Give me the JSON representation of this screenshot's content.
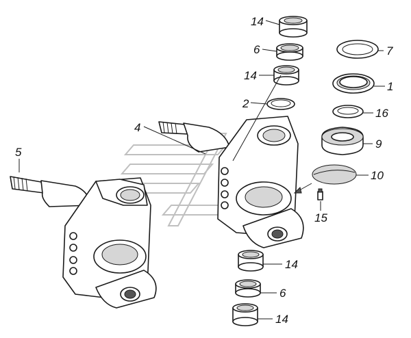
{
  "diagram": {
    "colors": {
      "line": "#1a1a1a",
      "background": "#ffffff",
      "shade": "#d6d6d6",
      "watermark": "#bfbfbf"
    },
    "callouts": [
      {
        "id": "c14a",
        "label": "14"
      },
      {
        "id": "c6a",
        "label": "6"
      },
      {
        "id": "c14b",
        "label": "14"
      },
      {
        "id": "c2",
        "label": "2"
      },
      {
        "id": "c4",
        "label": "4"
      },
      {
        "id": "c5",
        "label": "5"
      },
      {
        "id": "c7",
        "label": "7"
      },
      {
        "id": "c1",
        "label": "1"
      },
      {
        "id": "c16",
        "label": "16"
      },
      {
        "id": "c9",
        "label": "9"
      },
      {
        "id": "c10",
        "label": "10"
      },
      {
        "id": "c15",
        "label": "15"
      },
      {
        "id": "c14c",
        "label": "14"
      },
      {
        "id": "c6b",
        "label": "6"
      },
      {
        "id": "c14d",
        "label": "14"
      }
    ]
  }
}
